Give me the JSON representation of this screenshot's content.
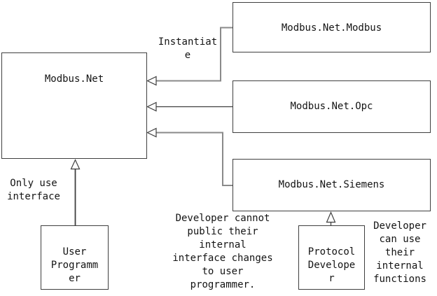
{
  "diagram": {
    "background": "#ffffff",
    "colors": {
      "line": "#3f3f3f",
      "line_gray": "#8a8a8a",
      "arrowhead_stroke": "#3f3f3f",
      "arrowhead_fill": "#ffffff",
      "box_border": "#3f3f3f",
      "text": "#141414"
    },
    "boxes": {
      "modbus_net": {
        "label": "Modbus.Net"
      },
      "modbus_net_modbus": {
        "label": "Modbus.Net.Modbus"
      },
      "modbus_net_opc": {
        "label": "Modbus.Net.Opc"
      },
      "modbus_net_siemens": {
        "label": "Modbus.Net.Siemens"
      },
      "user_programmer": {
        "label": "User\nProgramm\ner"
      },
      "protocol_developer": {
        "label": "Protocol\nDevelope\nr"
      }
    },
    "notes": {
      "instantiate": "Instantiat\ne",
      "only_use_interface": "Only use\ninterface",
      "developer_cannot": "Developer cannot\npublic their\ninternal\ninterface changes\nto user\nprogrammer.",
      "developer_can": "Developer\ncan use\ntheir\ninternal\nfunctions"
    },
    "relations": [
      {
        "from": "Modbus.Net.Modbus",
        "to": "Modbus.Net",
        "type": "arrow",
        "label": "Instantiate"
      },
      {
        "from": "Modbus.Net.Opc",
        "to": "Modbus.Net",
        "type": "arrow"
      },
      {
        "from": "Modbus.Net.Siemens",
        "to": "Modbus.Net",
        "type": "arrow"
      },
      {
        "from": "User Programmer",
        "to": "Modbus.Net",
        "type": "generalization",
        "label": "Only use interface"
      },
      {
        "from": "Protocol Developer",
        "to": "Modbus.Net.Siemens",
        "type": "generalization"
      }
    ]
  }
}
